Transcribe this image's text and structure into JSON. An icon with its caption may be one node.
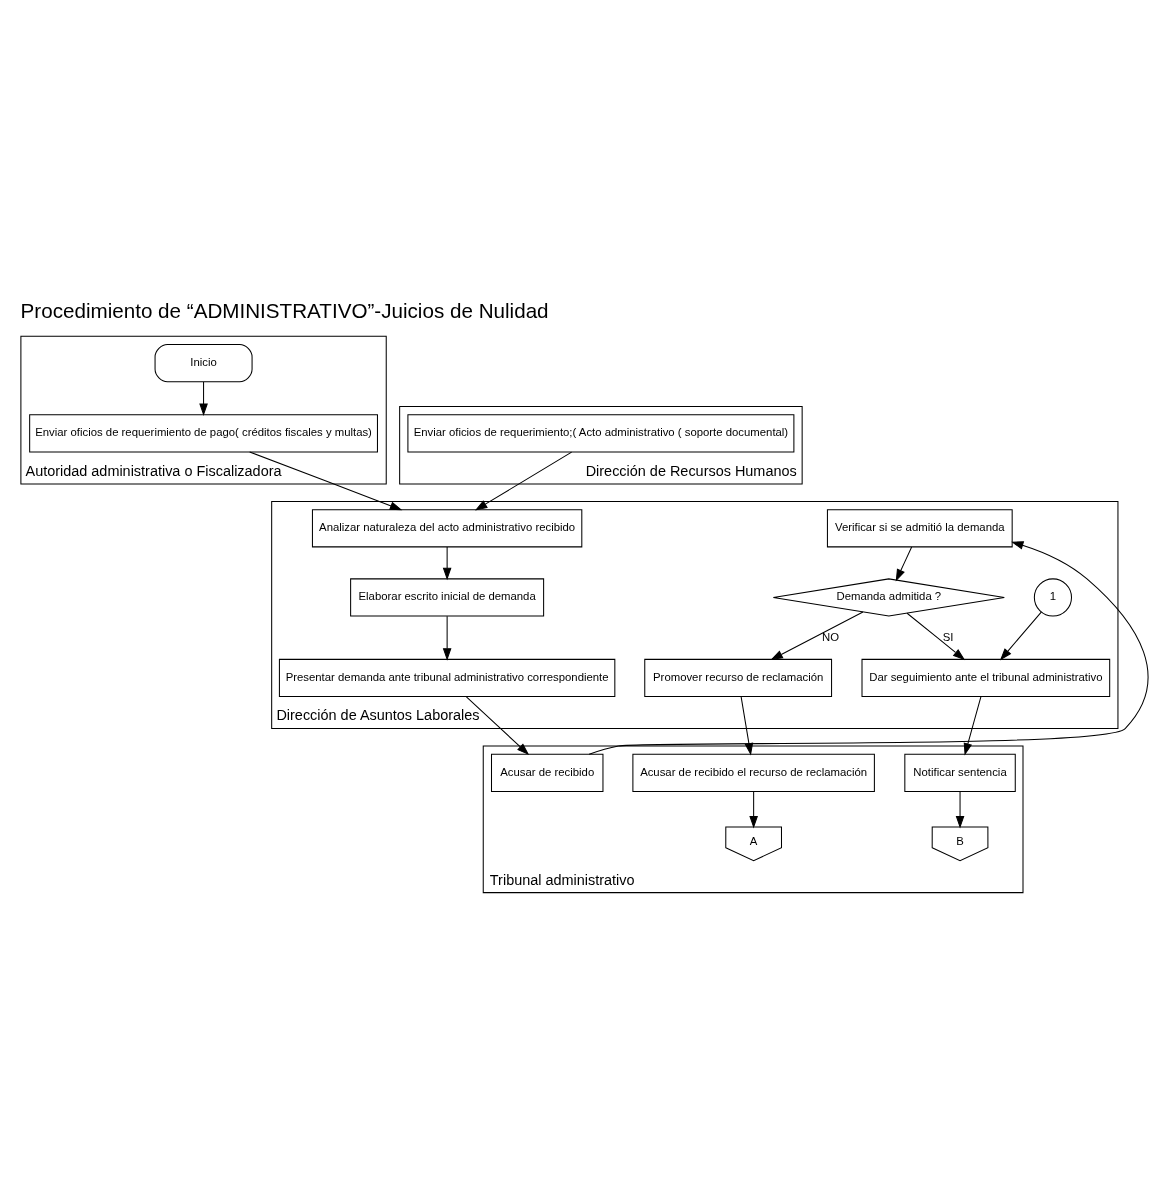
{
  "diagram": {
    "title": "Procedimiento de “ADMINISTRATIVO”-Juicios de Nulidad",
    "nodes": [
      {
        "text": [
          "Autoridad administrativa o Fiscalizadora"
        ]
      },
      {
        "text": [
          "Inicio"
        ],
        "in": 0
      },
      {
        "text": [
          "Enviar oficios de requerimiento de pago( créditos fiscales y multas)"
        ],
        "in": 0
      },
      {
        "text": [
          "Dirección de Recursos Humanos"
        ]
      },
      {
        "text": [
          "Enviar oficios de requerimiento;( Acto administrativo ( soporte documental)"
        ],
        "in": 3
      },
      {
        "text": [
          "Dirección de Asuntos Laborales"
        ]
      },
      {
        "text": [
          "Analizar naturaleza del acto administrativo recibido"
        ],
        "in": 5
      },
      {
        "text": [
          "Elaborar escrito inicial de demanda"
        ],
        "in": 5
      },
      {
        "text": [
          "Presentar demanda ante tribunal administrativo correspondiente"
        ],
        "in": 5
      },
      {
        "text": [
          "Verificar si se admitió la demanda"
        ],
        "in": 5
      },
      {
        "text": [
          "Demanda admitida ?"
        ],
        "in": 5
      },
      {
        "text": [
          "Promover recurso de reclamación"
        ],
        "in": 5
      },
      {
        "text": [
          "Dar seguimiento ante el tribunal administrativo"
        ],
        "in": 5
      },
      {
        "text": [
          "1"
        ],
        "in": 5
      },
      {
        "text": [
          "Tribunal administrativo"
        ]
      },
      {
        "text": [
          "Acusar de recibido"
        ],
        "in": 14
      },
      {
        "text": [
          "Notificar sentencia"
        ],
        "in": 14
      },
      {
        "text": [
          "Acusar de recibido el recurso de reclamación"
        ],
        "in": 14
      },
      {
        "text": [
          "B"
        ],
        "in": 14
      },
      {
        "text": [
          "A"
        ],
        "in": 14
      }
    ],
    "edges": [
      {
        "from": 1,
        "to": 2,
        "arrow": "to"
      },
      {
        "from": 2,
        "to": 6,
        "arrow": "to"
      },
      {
        "from": 4,
        "to": 6,
        "arrow": "to"
      },
      {
        "from": 6,
        "to": 7,
        "arrow": "to"
      },
      {
        "from": 7,
        "to": 8,
        "arrow": "to"
      },
      {
        "from": 8,
        "to": 15,
        "arrow": "to"
      },
      {
        "from": 15,
        "to": 9,
        "arrow": "to"
      },
      {
        "from": 9,
        "to": 10,
        "arrow": "to"
      },
      {
        "from": 10,
        "to": 11,
        "arrow": "to",
        "label": "NO"
      },
      {
        "from": 10,
        "to": 12,
        "arrow": "to",
        "label": "SI"
      },
      {
        "from": 13,
        "to": 12,
        "arrow": "to"
      },
      {
        "from": 12,
        "to": 16,
        "arrow": "to"
      },
      {
        "from": 11,
        "to": 17,
        "arrow": "to"
      },
      {
        "from": 16,
        "to": 18,
        "arrow": "to"
      },
      {
        "from": 17,
        "to": 19,
        "arrow": "to"
      }
    ]
  }
}
